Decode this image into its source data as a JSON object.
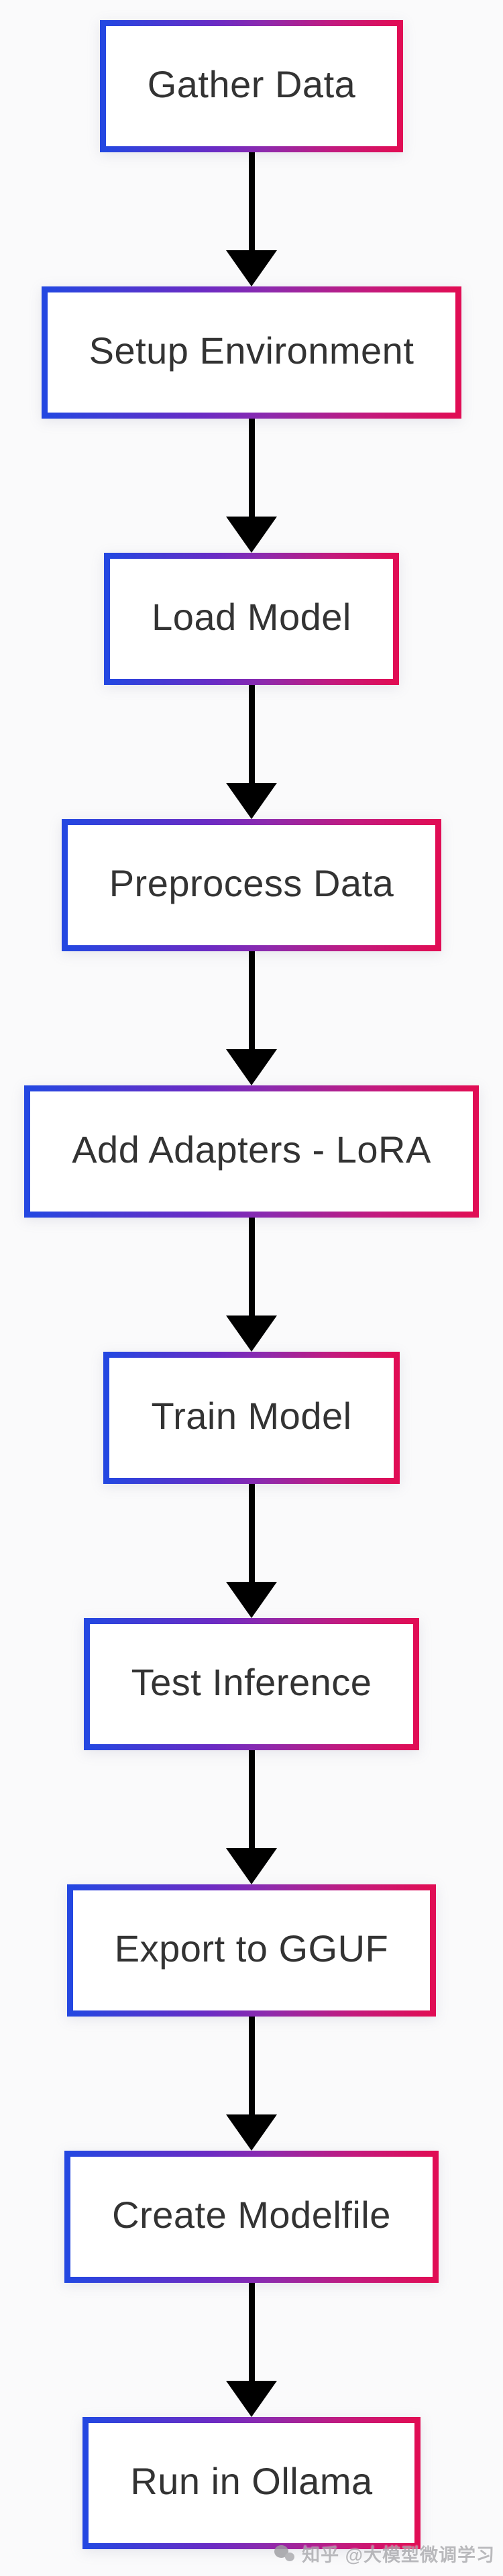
{
  "diagram": {
    "type": "flowchart",
    "direction": "top-down",
    "steps": [
      {
        "id": "gather-data",
        "label": "Gather Data"
      },
      {
        "id": "setup-environment",
        "label": "Setup Environment"
      },
      {
        "id": "load-model",
        "label": "Load Model"
      },
      {
        "id": "preprocess-data",
        "label": "Preprocess Data"
      },
      {
        "id": "add-adapters-lora",
        "label": "Add Adapters - LoRA"
      },
      {
        "id": "train-model",
        "label": "Train Model"
      },
      {
        "id": "test-inference",
        "label": "Test Inference"
      },
      {
        "id": "export-to-gguf",
        "label": "Export to GGUF"
      },
      {
        "id": "create-modelfile",
        "label": "Create Modelfile"
      },
      {
        "id": "run-in-ollama",
        "label": "Run in Ollama"
      }
    ],
    "connections": [
      {
        "from": "Gather Data",
        "to": "Setup Environment"
      },
      {
        "from": "Setup Environment",
        "to": "Load Model"
      },
      {
        "from": "Load Model",
        "to": "Preprocess Data"
      },
      {
        "from": "Preprocess Data",
        "to": "Add Adapters - LoRA"
      },
      {
        "from": "Add Adapters - LoRA",
        "to": "Train Model"
      },
      {
        "from": "Train Model",
        "to": "Test Inference"
      },
      {
        "from": "Test Inference",
        "to": "Export to GGUF"
      },
      {
        "from": "Export to GGUF",
        "to": "Create Modelfile"
      },
      {
        "from": "Create Modelfile",
        "to": "Run in Ollama"
      }
    ],
    "colors": {
      "border_gradient_start": "#2447e1",
      "border_gradient_mid": "#8c2aae",
      "border_gradient_end": "#e00d55",
      "node_fill": "#ffffff",
      "node_text": "#333333",
      "arrow": "#000000",
      "page_background": "#fafafb"
    }
  },
  "watermark": {
    "text": "知乎 @大模型微调学习",
    "logo": "watermark-logo-icon",
    "color": "#a9a9ad"
  }
}
